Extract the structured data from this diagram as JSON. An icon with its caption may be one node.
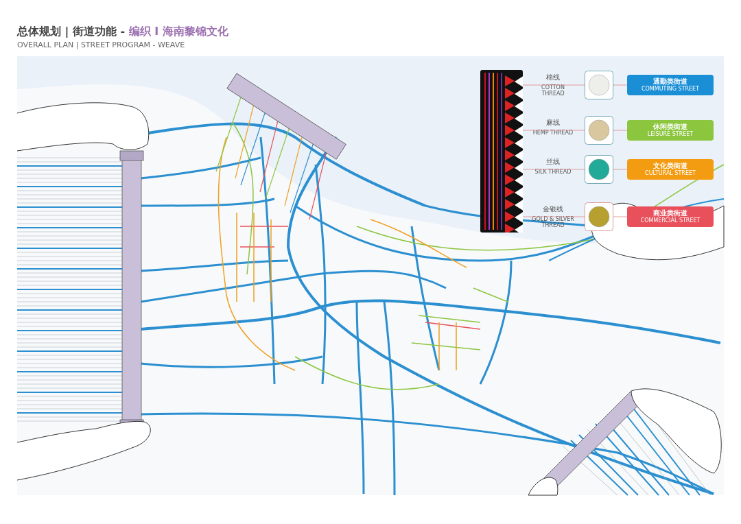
{
  "diagram": {
    "title": "总体规划 | 街道功能 - **编织 I 海南黎锦文化**",
    "caption": "OVERALL PLAN | STREET PROGRAM - WEAVE",
    "nodes": [
      {
        "text": [],
        "shape": "picture"
      },
      {
        "text": [],
        "shape": "picture",
        "beside": [
          "棉线",
          "COTTON THREAD"
        ]
      },
      {
        "text": [],
        "shape": "picture",
        "beside": [
          "麻线",
          "HEMP THREAD"
        ]
      },
      {
        "text": [],
        "shape": "picture",
        "beside": [
          "丝线",
          "SILK THREAD"
        ]
      },
      {
        "text": [],
        "shape": "picture",
        "beside": [
          "金银线",
          "GOLD & SILVER THREAD"
        ]
      },
      {
        "text": [
          "通勤类街道",
          "COMMUTING STREET"
        ]
      },
      {
        "text": [
          "休闲类街道",
          "LEISURE STREET"
        ]
      },
      {
        "text": [
          "文化类街道",
          "CULTURAL STREET"
        ]
      },
      {
        "text": [
          "商业类街道",
          "COMMERCIAL STREET"
        ]
      }
    ],
    "edges": [
      {
        "from": 0,
        "to": 1,
        "arrow": "none"
      },
      {
        "from": 0,
        "to": 2,
        "arrow": "none"
      },
      {
        "from": 0,
        "to": 3,
        "arrow": "none"
      },
      {
        "from": 0,
        "to": 4,
        "arrow": "none"
      },
      {
        "from": 1,
        "to": 5,
        "arrow": "none"
      },
      {
        "from": 2,
        "to": 6,
        "arrow": "none"
      },
      {
        "from": 3,
        "to": 7,
        "arrow": "none"
      },
      {
        "from": 4,
        "to": 8,
        "arrow": "none"
      }
    ]
  }
}
